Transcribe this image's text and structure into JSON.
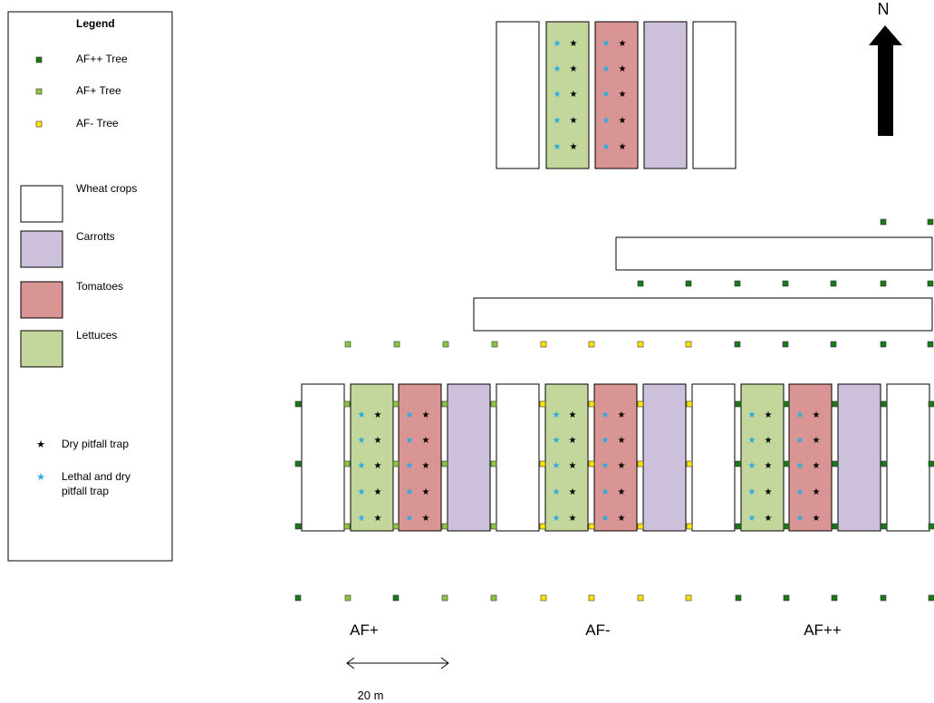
{
  "legend": {
    "title": "Legend",
    "trees": [
      {
        "label": "AF++ Tree",
        "color": "#1a7a1a"
      },
      {
        "label": "AF+ Tree",
        "color": "#8dc63f"
      },
      {
        "label": "AF- Tree",
        "color": "#ffe600"
      }
    ],
    "crops": [
      {
        "label": "Wheat crops",
        "color": "#ffffff"
      },
      {
        "label": "Carrotts",
        "color": "#ccc0da"
      },
      {
        "label": "Tomatoes",
        "color": "#d99594"
      },
      {
        "label": "Lettuces",
        "color": "#c3d69b"
      }
    ],
    "traps": [
      {
        "label_lines": [
          "Dry pitfall trap"
        ],
        "symbol": "★",
        "color": "#000000"
      },
      {
        "label_lines": [
          "Lethal and dry",
          "pitfall trap"
        ],
        "symbol": "★",
        "color": "#29abe2"
      }
    ]
  },
  "north_label": "N",
  "zone_labels": [
    "AF+",
    "AF-",
    "AF++"
  ],
  "scale_label": "20 m"
}
